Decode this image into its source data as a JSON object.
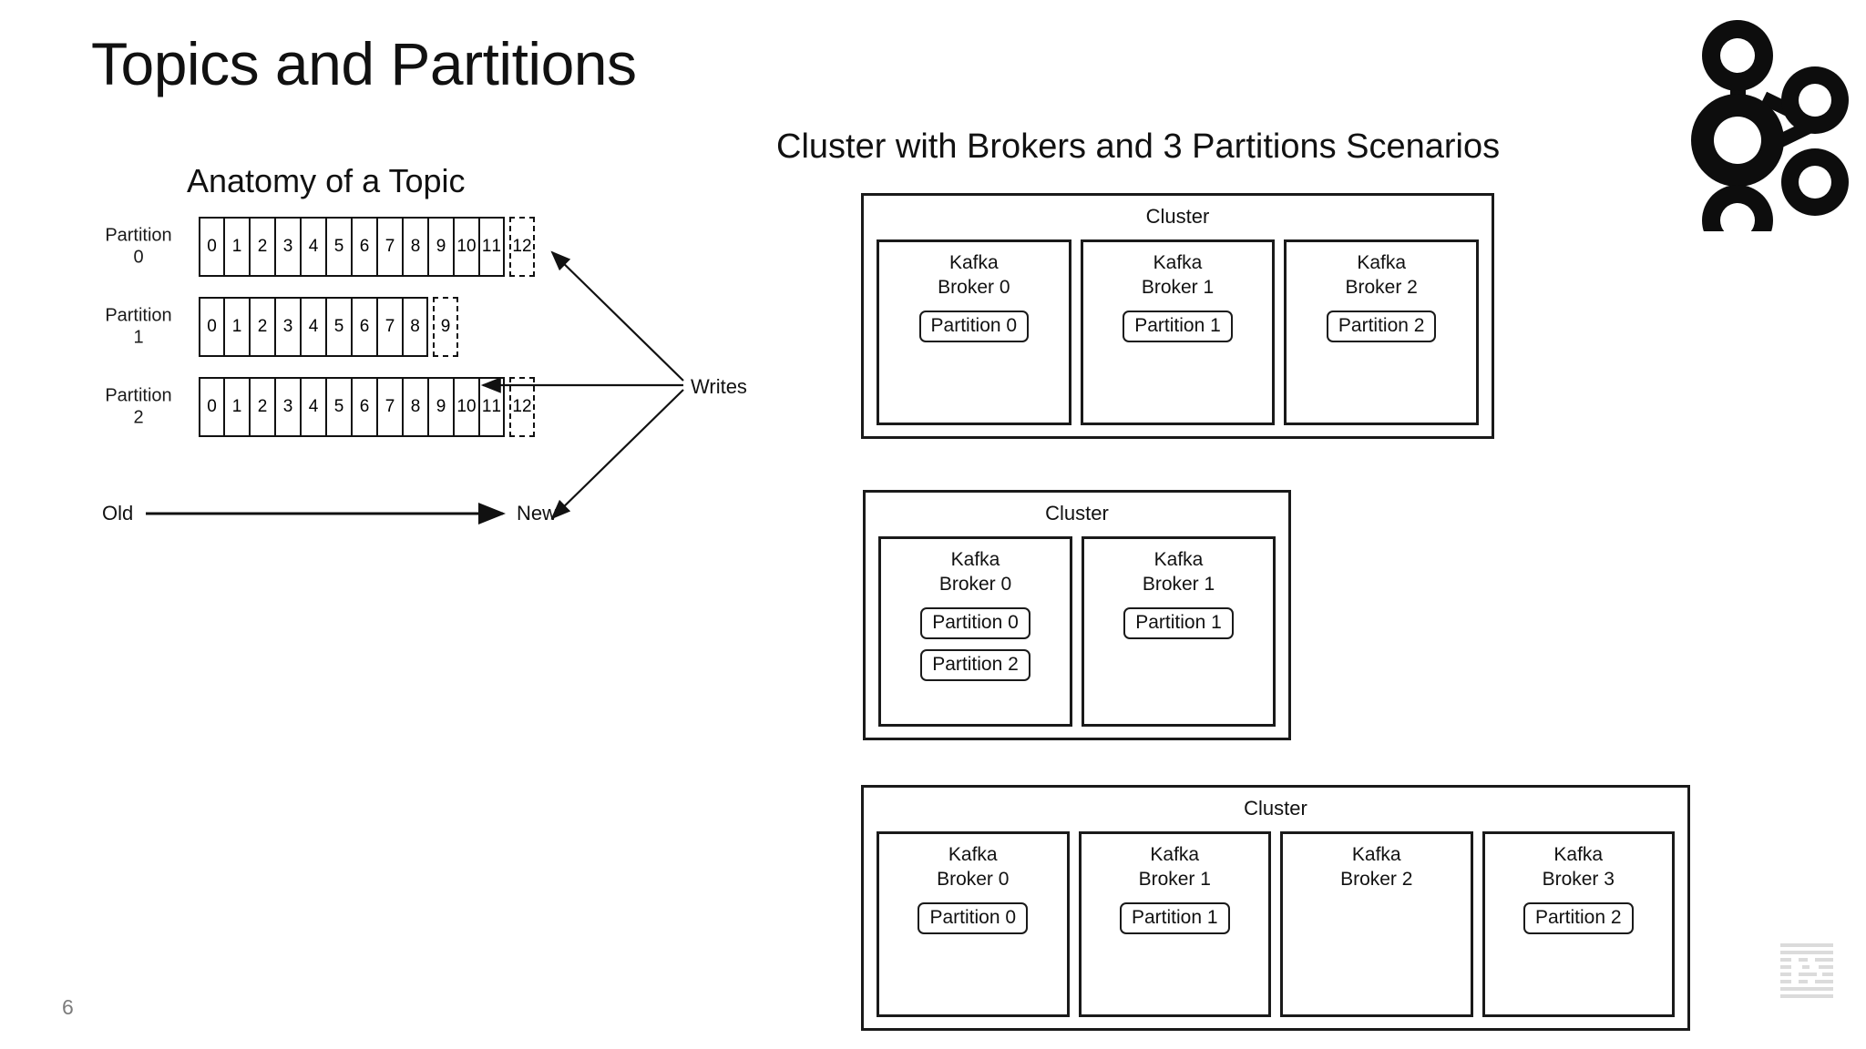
{
  "slide": {
    "title": "Topics and Partitions",
    "page_number": "6"
  },
  "logos": {
    "kafka": "kafka-logo",
    "ibm": "ibm-logo"
  },
  "anatomy": {
    "title": "Anatomy of a Topic",
    "writes_label": "Writes",
    "axis_old_label": "Old",
    "axis_new_label": "New",
    "partitions": [
      {
        "label_line1": "Partition",
        "label_line2": "0",
        "solid_cells": [
          "0",
          "1",
          "2",
          "3",
          "4",
          "5",
          "6",
          "7",
          "8",
          "9",
          "10",
          "11"
        ],
        "dashed_cell": "12"
      },
      {
        "label_line1": "Partition",
        "label_line2": "1",
        "solid_cells": [
          "0",
          "1",
          "2",
          "3",
          "4",
          "5",
          "6",
          "7",
          "8"
        ],
        "dashed_cell": "9"
      },
      {
        "label_line1": "Partition",
        "label_line2": "2",
        "solid_cells": [
          "0",
          "1",
          "2",
          "3",
          "4",
          "5",
          "6",
          "7",
          "8",
          "9",
          "10",
          "11"
        ],
        "dashed_cell": "12"
      }
    ]
  },
  "scenarios": {
    "title": "Cluster with Brokers and 3 Partitions Scenarios",
    "clusters": [
      {
        "title": "Cluster",
        "brokers": [
          {
            "name": "Kafka\nBroker 0",
            "partitions": [
              "Partition 0"
            ]
          },
          {
            "name": "Kafka\nBroker 1",
            "partitions": [
              "Partition 1"
            ]
          },
          {
            "name": "Kafka\nBroker 2",
            "partitions": [
              "Partition 2"
            ]
          }
        ]
      },
      {
        "title": "Cluster",
        "brokers": [
          {
            "name": "Kafka\nBroker 0",
            "partitions": [
              "Partition 0",
              "Partition 2"
            ]
          },
          {
            "name": "Kafka\nBroker 1",
            "partitions": [
              "Partition 1"
            ]
          }
        ]
      },
      {
        "title": "Cluster",
        "brokers": [
          {
            "name": "Kafka\nBroker 0",
            "partitions": [
              "Partition 0"
            ]
          },
          {
            "name": "Kafka\nBroker 1",
            "partitions": [
              "Partition 1"
            ]
          },
          {
            "name": "Kafka\nBroker 2",
            "partitions": []
          },
          {
            "name": "Kafka\nBroker 3",
            "partitions": [
              "Partition 2"
            ]
          }
        ]
      }
    ]
  },
  "colors": {
    "ink": "#111111",
    "page_number": "#7c7c7c"
  }
}
